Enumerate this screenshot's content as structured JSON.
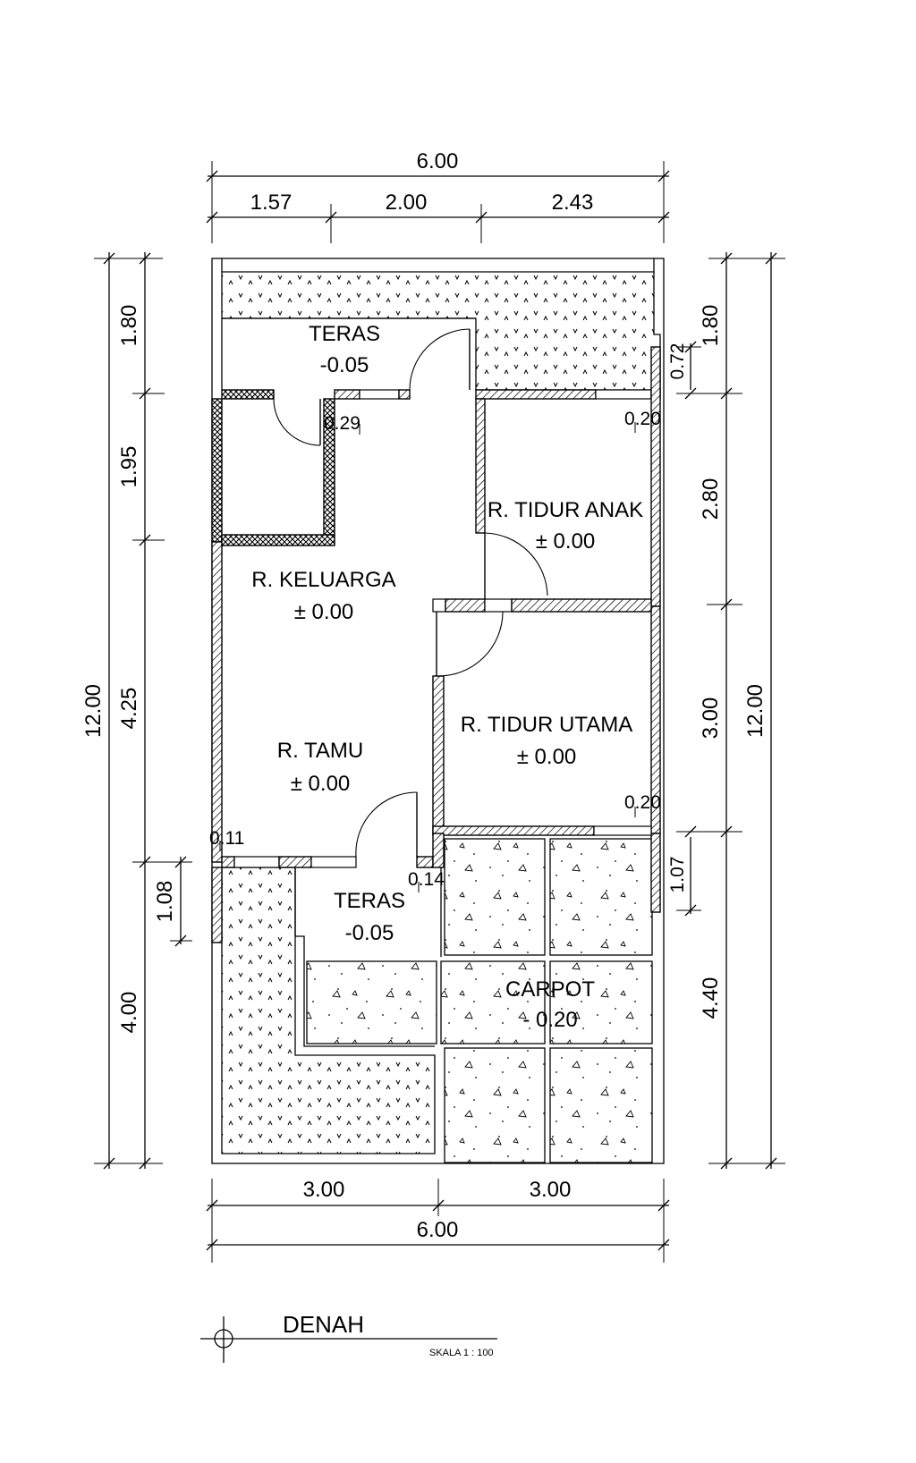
{
  "plan": {
    "overall_width_top": "6.00",
    "overall_width_bottom": "6.00",
    "top_segments": [
      "1.57",
      "2.00",
      "2.43"
    ],
    "bottom_segments": [
      "3.00",
      "3.00"
    ],
    "left_inner": [
      "1.80",
      "1.95",
      "4.25",
      "4.00"
    ],
    "left_inner_extra": "1.08",
    "left_total": "12.00",
    "right_inner": [
      "1.80",
      "2.80",
      "3.00",
      "4.40"
    ],
    "right_total": "12.00",
    "right_small": [
      "0.72",
      "1.07"
    ],
    "wall_notes": [
      "0.29",
      "0.20",
      "0.20",
      "0.11",
      "0.14"
    ]
  },
  "rooms": {
    "teras_top": {
      "name": "TERAS",
      "level": "-0.05"
    },
    "tidur_anak": {
      "name": "R. TIDUR ANAK",
      "level": "± 0.00"
    },
    "keluarga": {
      "name": "R. KELUARGA",
      "level": "± 0.00"
    },
    "tidur_utama": {
      "name": "R. TIDUR UTAMA",
      "level": "± 0.00"
    },
    "tamu": {
      "name": "R. TAMU",
      "level": "± 0.00"
    },
    "teras_bottom": {
      "name": "TERAS",
      "level": "-0.05"
    },
    "carpot": {
      "name": "CARPOT",
      "level": "- 0.20"
    }
  },
  "title": {
    "name": "DENAH",
    "scale": "SKALA 1 : 100"
  }
}
